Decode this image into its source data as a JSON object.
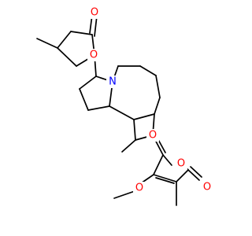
{
  "colors": {
    "bond": "#000000",
    "background": "#ffffff",
    "oxygen": "#ff0000",
    "nitrogen": "#0000ff"
  },
  "atoms": {
    "o_lactone_carbonyl_top": "O",
    "o_lactone_ring_top": "O",
    "n_azepine": "N",
    "o_furan_ring": "O",
    "o_methoxy": "O",
    "o_lactone_ring_bottom": "O",
    "o_lactone_carbonyl_bottom": "O"
  }
}
